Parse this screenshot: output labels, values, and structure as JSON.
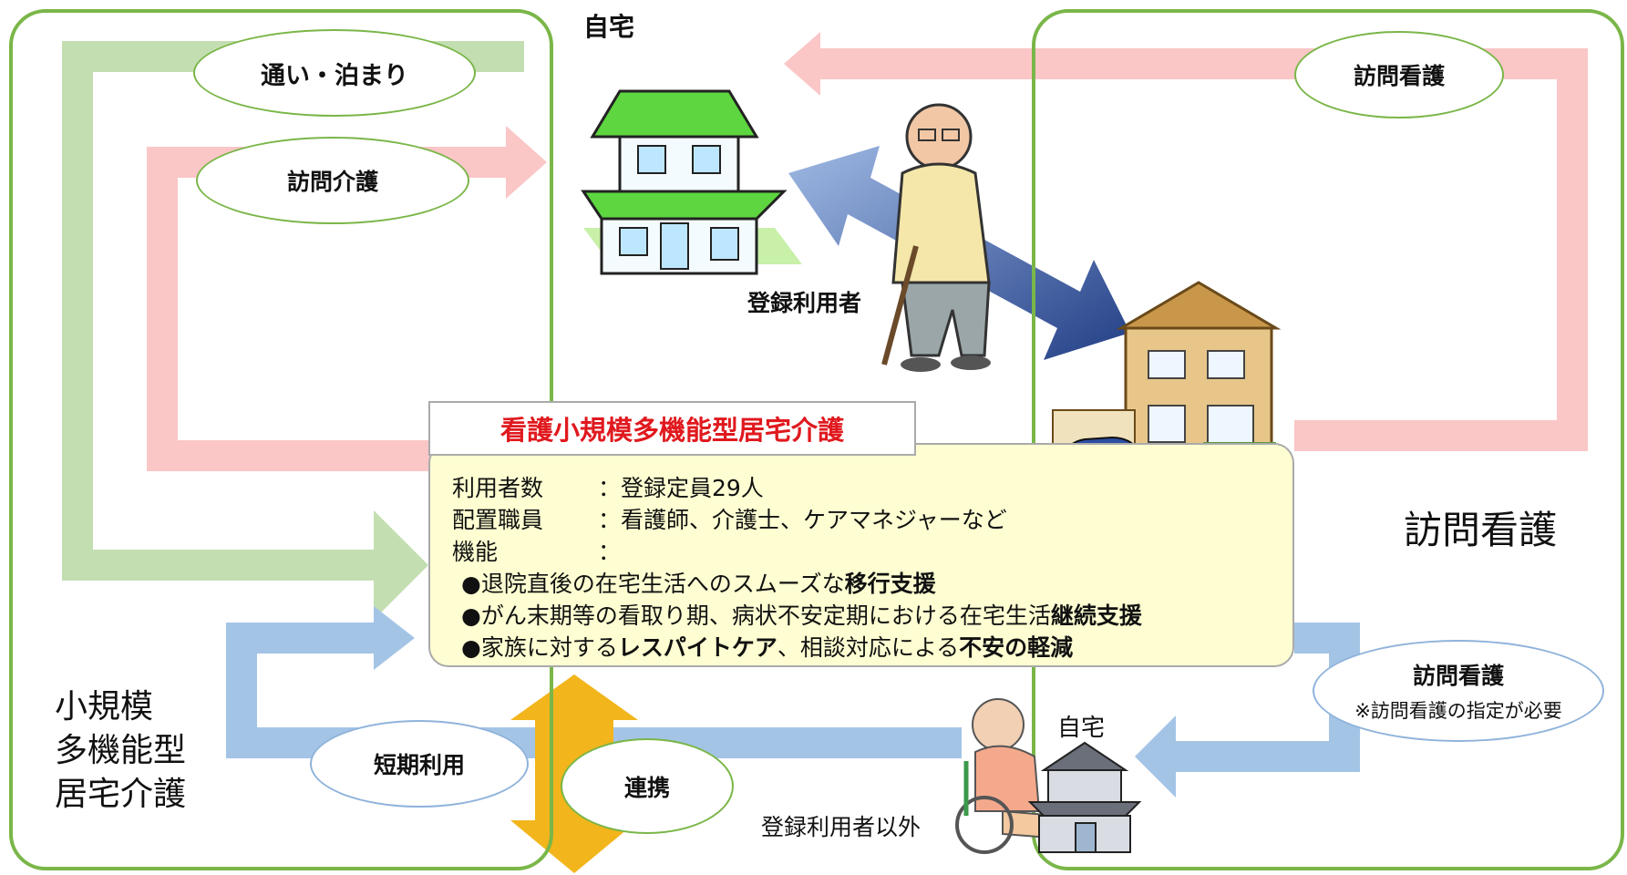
{
  "colors": {
    "panel_border": "#7ab648",
    "arrow_green": "#c3deb0",
    "arrow_pink": "#fbc6c6",
    "arrow_blue": "#a4c4e6",
    "arrow_gold": "#f2b51c",
    "arrow_navy": "#2a4a8d",
    "title_red": "#e0191e",
    "info_fill": "#fefed2"
  },
  "top_home_label": "自宅",
  "left_ellipses": {
    "kayoi": "通い・泊まり",
    "houmon_kaigo": "訪問介護",
    "tanki": "短期利用"
  },
  "right_ellipses": {
    "houmon_kango_top": "訪問看護",
    "houmon_kango_bottom": "訪問看護",
    "houmon_kango_note": "※訪問看護の指定が必要"
  },
  "registered_user_label": "登録利用者",
  "non_registered_label": "登録利用者以外",
  "bottom_home_label": "自宅",
  "renkei_label": "連携",
  "left_service_name": [
    "小規模",
    "多機能型",
    "居宅介護"
  ],
  "right_service_name": "訪問看護",
  "info": {
    "title": "看護小規模多機能型居宅介護",
    "rows": [
      {
        "key": "利用者数",
        "value": "：登録定員29人"
      },
      {
        "key": "配置職員",
        "value": "：看護師、介護士、ケアマネジャーなど"
      },
      {
        "key": "機能",
        "value": "："
      }
    ],
    "bullets": [
      {
        "pre": "●退院直後の在宅生活へのスムーズな",
        "em1": "移行支援",
        "mid": "",
        "em2": ""
      },
      {
        "pre": "●がん末期等の看取り期、病状不安定期における在宅生活",
        "em1": "継続支援",
        "mid": "",
        "em2": ""
      },
      {
        "pre": "●家族に対する",
        "em1": "レスパイトケア",
        "mid": "、相談対応による",
        "em2": "不安の軽減"
      }
    ]
  },
  "icons": [
    "house-green-icon",
    "elderly-man-cane-icon",
    "house-brown-icon",
    "wheelchair-woman-icon",
    "house-gray-icon",
    "car-icon"
  ]
}
